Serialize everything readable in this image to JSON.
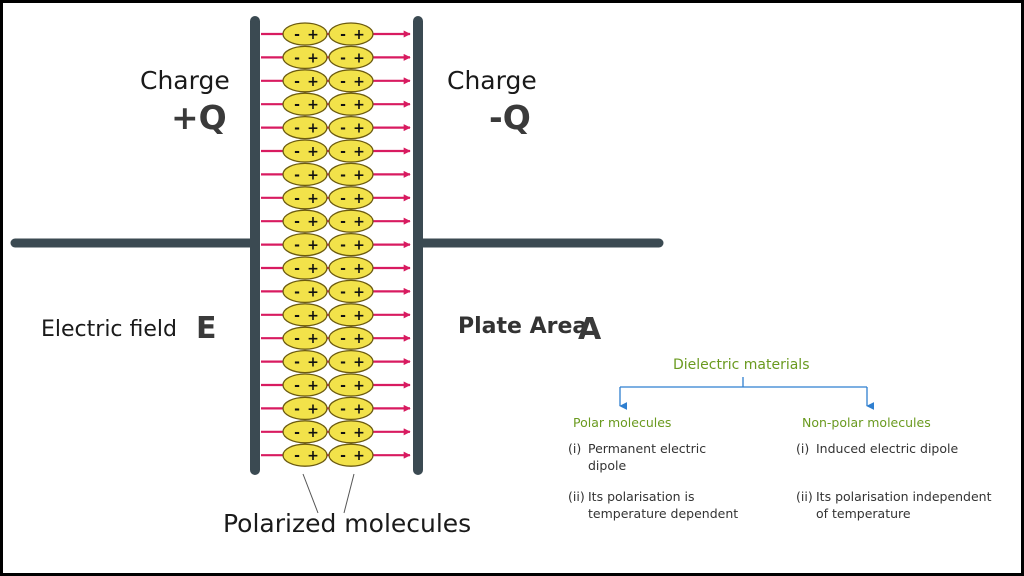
{
  "colors": {
    "plate": "#3b4a52",
    "field_arrow": "#d81b60",
    "molecule_fill": "#f2e24a",
    "molecule_stroke": "#6b5a10",
    "tree_heading": "#6a9a1f",
    "tree_arrow": "#2f7fd0"
  },
  "diagram": {
    "left_charge_label": "Charge",
    "left_charge_symbol": "+Q",
    "right_charge_label": "Charge",
    "right_charge_symbol": "-Q",
    "field_label": "Electric field",
    "field_symbol": "E",
    "area_label": "Plate Area",
    "area_symbol": "A",
    "molecules_caption": "Polarized molecules",
    "molecule_sign_neg": "-",
    "molecule_sign_pos": "+",
    "molecule_rows": 19,
    "molecule_columns": 2
  },
  "tree": {
    "root": "Dielectric materials",
    "branches": [
      {
        "heading": "Polar molecules",
        "items": [
          {
            "num": "(i)",
            "text": "Permanent electric dipole"
          },
          {
            "num": "(ii)",
            "text": "Its polarisation is temperature dependent"
          }
        ]
      },
      {
        "heading": "Non-polar molecules",
        "items": [
          {
            "num": "(i)",
            "text": "Induced electric dipole"
          },
          {
            "num": "(ii)",
            "text": "Its polarisation independent of temperature"
          }
        ]
      }
    ]
  }
}
